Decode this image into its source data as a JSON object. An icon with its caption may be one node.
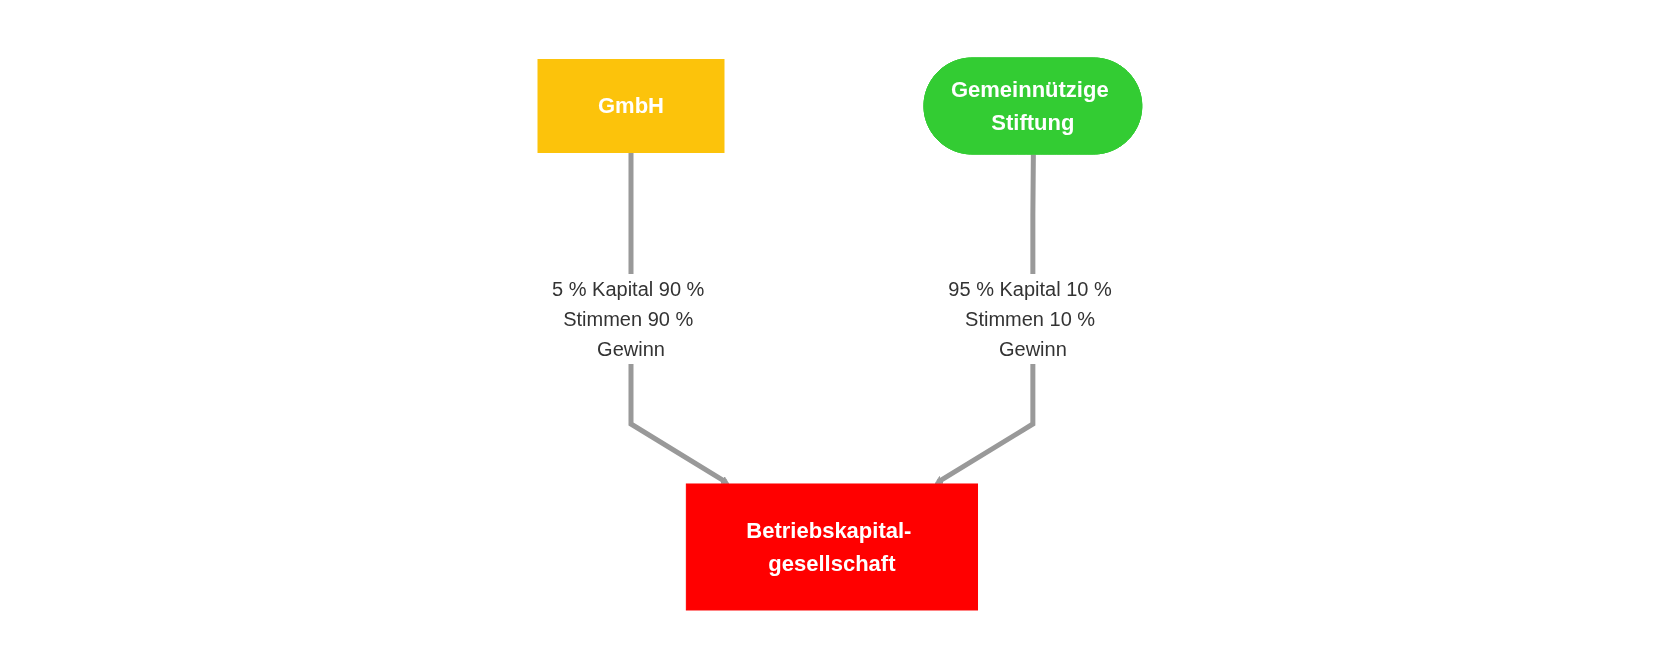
{
  "diagram": {
    "nodes": [
      {
        "text": [
          "GmbH"
        ]
      },
      {
        "text": [
          "Gemeinnützige Stiftung"
        ]
      },
      {
        "text": [
          "Betriebskapital- gesellschaft"
        ]
      }
    ],
    "edges": [
      {
        "from": 0,
        "to": 2,
        "arrow": "to",
        "label": "5 % Kapital 90 % Stimmen 90 % Gewinn"
      },
      {
        "from": 1,
        "to": 2,
        "arrow": "to",
        "label": "95 % Kapital 10 % Stimmen 10 % Gewinn"
      }
    ]
  }
}
